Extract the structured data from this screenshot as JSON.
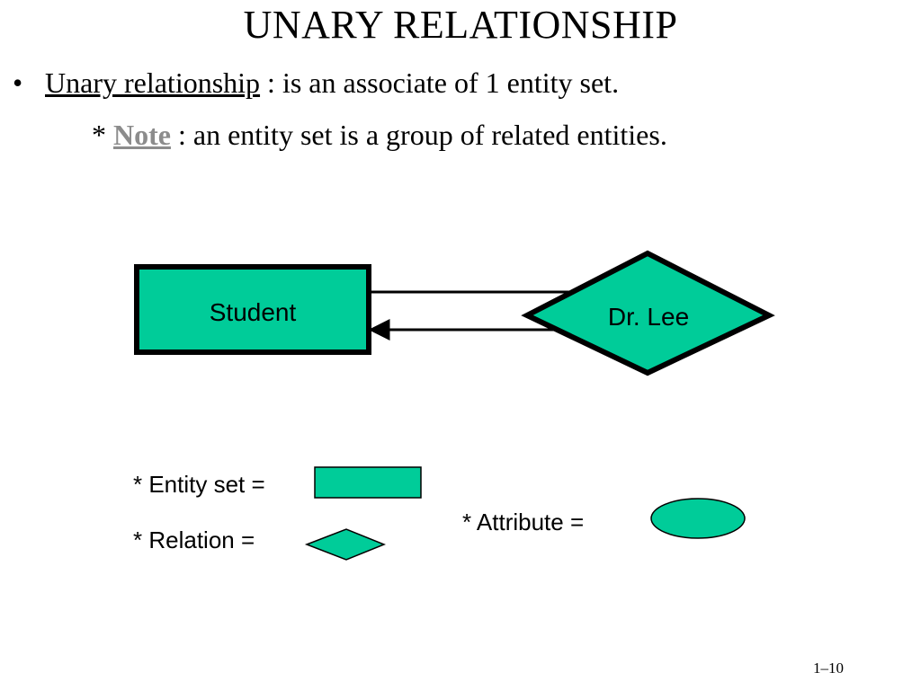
{
  "slide": {
    "title": "UNARY RELATIONSHIP",
    "bullet": {
      "marker": "•",
      "term": "Unary relationship",
      "text": " : is an associate of 1 entity set."
    },
    "note": {
      "prefix": "* ",
      "word": "Note",
      "text": " : an entity set  is a group of related entities."
    },
    "page_number": "1–10"
  },
  "diagram": {
    "entity_label": "Student",
    "relation_label": "Dr. Lee",
    "fill_color": "#00cc99",
    "stroke_color": "#000000"
  },
  "legend": {
    "entity_set": "* Entity set =",
    "relation": "* Relation =",
    "attribute": "* Attribute ="
  }
}
